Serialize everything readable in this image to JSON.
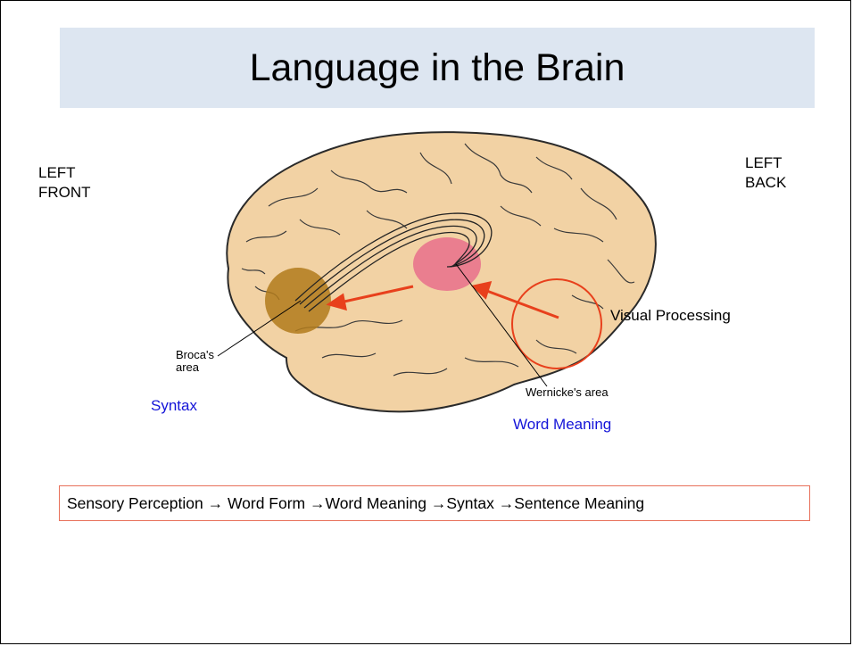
{
  "title": "Language in the Brain",
  "corners": {
    "left_front": "LEFT\nFRONT",
    "left_back": "LEFT\nBACK"
  },
  "areas": {
    "broca": "Broca's\narea",
    "wernicke": "Wernicke's area",
    "visual": "Visual Processing"
  },
  "functions": {
    "syntax": "Syntax",
    "word_meaning": "Word Meaning"
  },
  "pipeline": "Sensory Perception → Word Form →Word Meaning →Syntax →Sentence Meaning",
  "colors": {
    "title_band": "#dde6f1",
    "brain": "#f2d2a4",
    "broca_spot": "#b27b1c",
    "wernicke_spot": "#e9708c",
    "arrow": "#e8401c",
    "label_blue": "#1414d8"
  }
}
